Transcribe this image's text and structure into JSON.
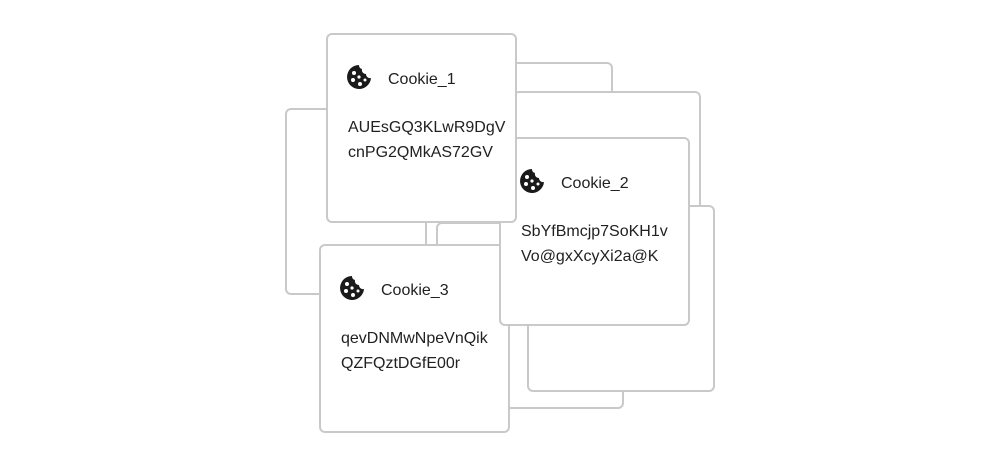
{
  "cookies": [
    {
      "name": "Cookie_1",
      "value_line1": "AUEsGQ3KLwR9DgV",
      "value_line2": "cnPG2QMkAS72GV"
    },
    {
      "name": "Cookie_2",
      "value_line1": "SbYfBmcjp7SoKH1v",
      "value_line2": "Vo@gxXcyXi2a@K"
    },
    {
      "name": "Cookie_3",
      "value_line1": "qevDNMwNpeVnQik",
      "value_line2": "QZFQztDGfE00r"
    }
  ]
}
